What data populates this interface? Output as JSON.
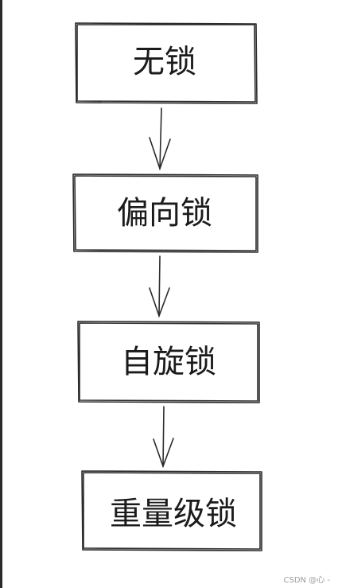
{
  "diagram": {
    "nodes": [
      {
        "id": "no-lock",
        "label": "无锁"
      },
      {
        "id": "biased-lock",
        "label": "偏向锁"
      },
      {
        "id": "spin-lock",
        "label": "自旋锁"
      },
      {
        "id": "heavyweight-lock",
        "label": "重量级锁"
      }
    ],
    "edges": [
      {
        "from": "no-lock",
        "to": "biased-lock"
      },
      {
        "from": "biased-lock",
        "to": "spin-lock"
      },
      {
        "from": "spin-lock",
        "to": "heavyweight-lock"
      }
    ],
    "colors": {
      "stroke": "#2b2b2b",
      "text": "#1b1b1b",
      "background": "#ffffff"
    }
  },
  "watermark": "CSDN @心 -"
}
